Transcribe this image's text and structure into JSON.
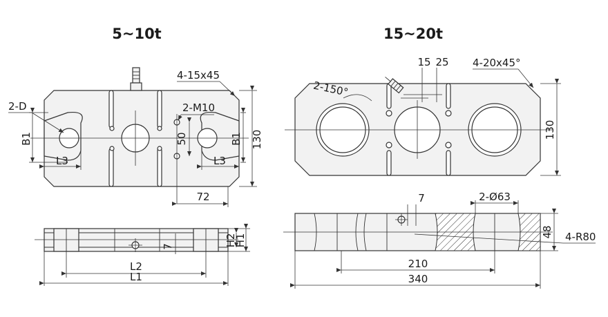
{
  "titles": {
    "left": "5~10t",
    "right": "15~20t"
  },
  "left_view": {
    "chamfer": "4-15x45",
    "thread": "2-M10",
    "pin_hole": "2-D",
    "b1_left": "B1",
    "b1_right": "B1",
    "l3_left": "L3",
    "l3_right": "L3",
    "dim_50": "50",
    "dim_130": "130",
    "dim_72": "72",
    "dim_h2": "H2",
    "dim_h1": "H1",
    "dim_7": "7",
    "dim_l2": "L2",
    "dim_l1": "L1"
  },
  "right_view": {
    "angle": "2-150°",
    "dim_15": "15",
    "dim_25": "25",
    "chamfer": "4-20x45°",
    "dim_130": "130",
    "dim_7": "7",
    "bore": "2-Ø63",
    "dim_48": "48",
    "radius": "4-R80",
    "dim_210": "210",
    "dim_340": "340"
  }
}
